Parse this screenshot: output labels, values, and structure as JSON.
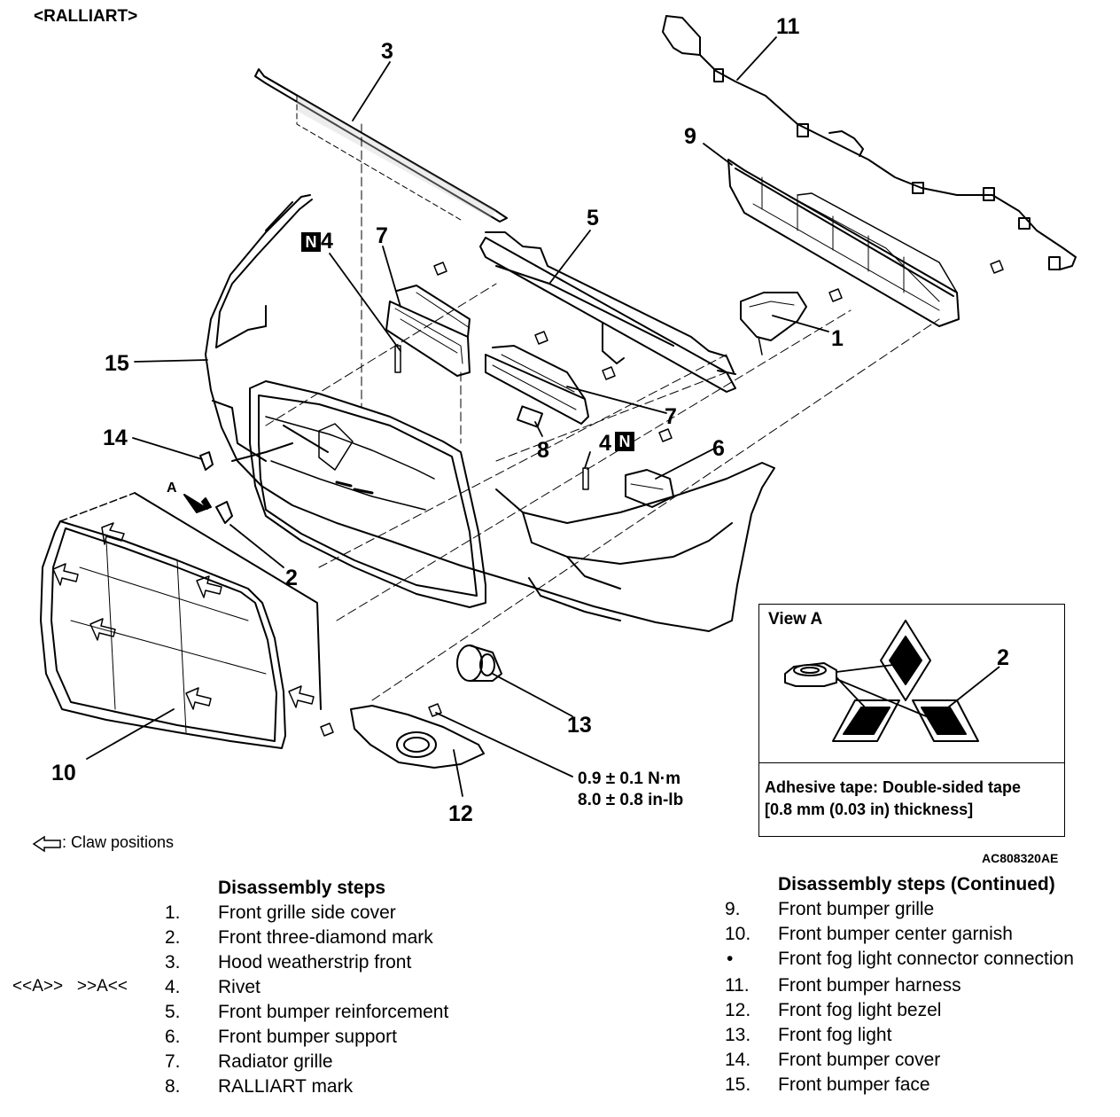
{
  "header": "<RALLIART>",
  "callouts": {
    "c1": "1",
    "c2": "2",
    "c3": "3",
    "c4a": "4",
    "c4b": "4",
    "c5": "5",
    "c6": "6",
    "c7a": "7",
    "c7b": "7",
    "c8": "8",
    "c9": "9",
    "c10": "10",
    "c11": "11",
    "c12": "12",
    "c13": "13",
    "c14": "14",
    "c15": "15",
    "viewA_arrow": "A"
  },
  "new_part_badge": "N",
  "torque": {
    "line1": "0.9 ± 0.1 N·m",
    "line2": "8.0 ± 0.8 in-lb"
  },
  "legend": {
    "claw": ": Claw positions",
    "icon": "hollow-arrow-icon"
  },
  "part_code": "AC808320AE",
  "view_a": {
    "title": "View A",
    "callout": "2",
    "note_line1": "Adhesive tape: Double-sided tape",
    "note_line2": "[0.8 mm (0.03 in) thickness]"
  },
  "steps_left": {
    "title": "Disassembly steps",
    "items": [
      {
        "num": "1.",
        "label": "Front grille side cover",
        "tag": ""
      },
      {
        "num": "2.",
        "label": "Front three-diamond mark",
        "tag": ""
      },
      {
        "num": "3.",
        "label": "Hood weatherstrip front",
        "tag": ""
      },
      {
        "num": "4.",
        "label": "Rivet",
        "tag": "<<A>>   >>A<<"
      },
      {
        "num": "5.",
        "label": "Front bumper reinforcement",
        "tag": ""
      },
      {
        "num": "6.",
        "label": "Front bumper support",
        "tag": ""
      },
      {
        "num": "7.",
        "label": "Radiator grille",
        "tag": ""
      },
      {
        "num": "8.",
        "label": "RALLIART mark",
        "tag": ""
      }
    ]
  },
  "steps_right": {
    "title": "Disassembly steps (Continued)",
    "items": [
      {
        "num": "9.",
        "label": "Front bumper grille"
      },
      {
        "num": "10.",
        "label": "Front bumper center garnish"
      },
      {
        "num": "•",
        "label": "Front fog light connector connection"
      },
      {
        "num": "11.",
        "label": "Front bumper harness"
      },
      {
        "num": "12.",
        "label": "Front fog light bezel"
      },
      {
        "num": "13.",
        "label": "Front fog light"
      },
      {
        "num": "14.",
        "label": "Front bumper cover"
      },
      {
        "num": "15.",
        "label": "Front bumper face"
      }
    ]
  }
}
